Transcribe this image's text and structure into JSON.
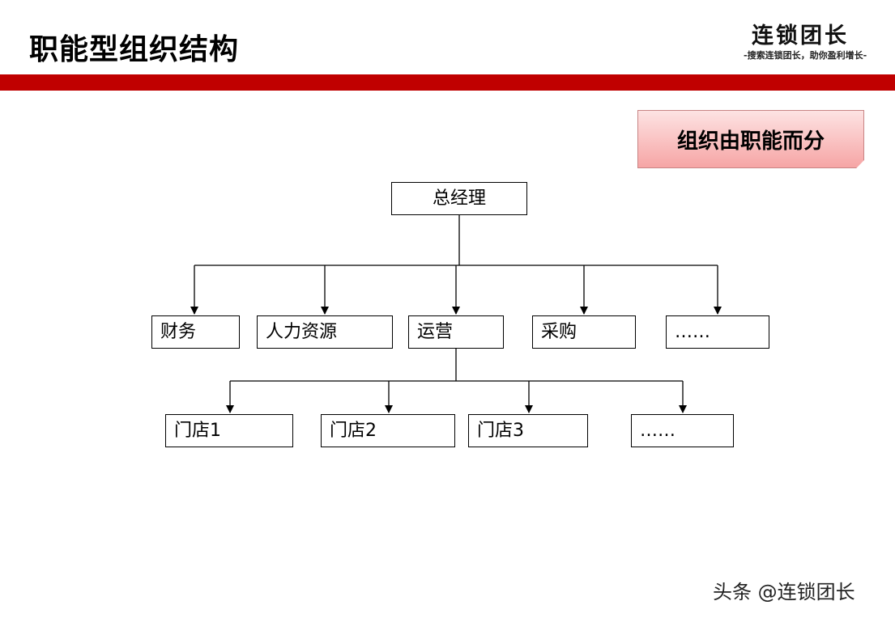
{
  "slide": {
    "title": "职能型组织结构"
  },
  "brand": {
    "name": "连锁团长",
    "tagline": "-搜索连锁团长，助你盈利增长-"
  },
  "callout": {
    "text": "组织由职能而分"
  },
  "org_chart": {
    "root": "总经理",
    "departments": [
      "财务",
      "人力资源",
      "运营",
      "采购",
      "……"
    ],
    "stores": [
      "门店1",
      "门店2",
      "门店3",
      "……"
    ]
  },
  "colors": {
    "header_band": "#c00000",
    "callout_fill": "#f6a5a5"
  },
  "watermark": {
    "text": "头条 @连锁团长"
  }
}
